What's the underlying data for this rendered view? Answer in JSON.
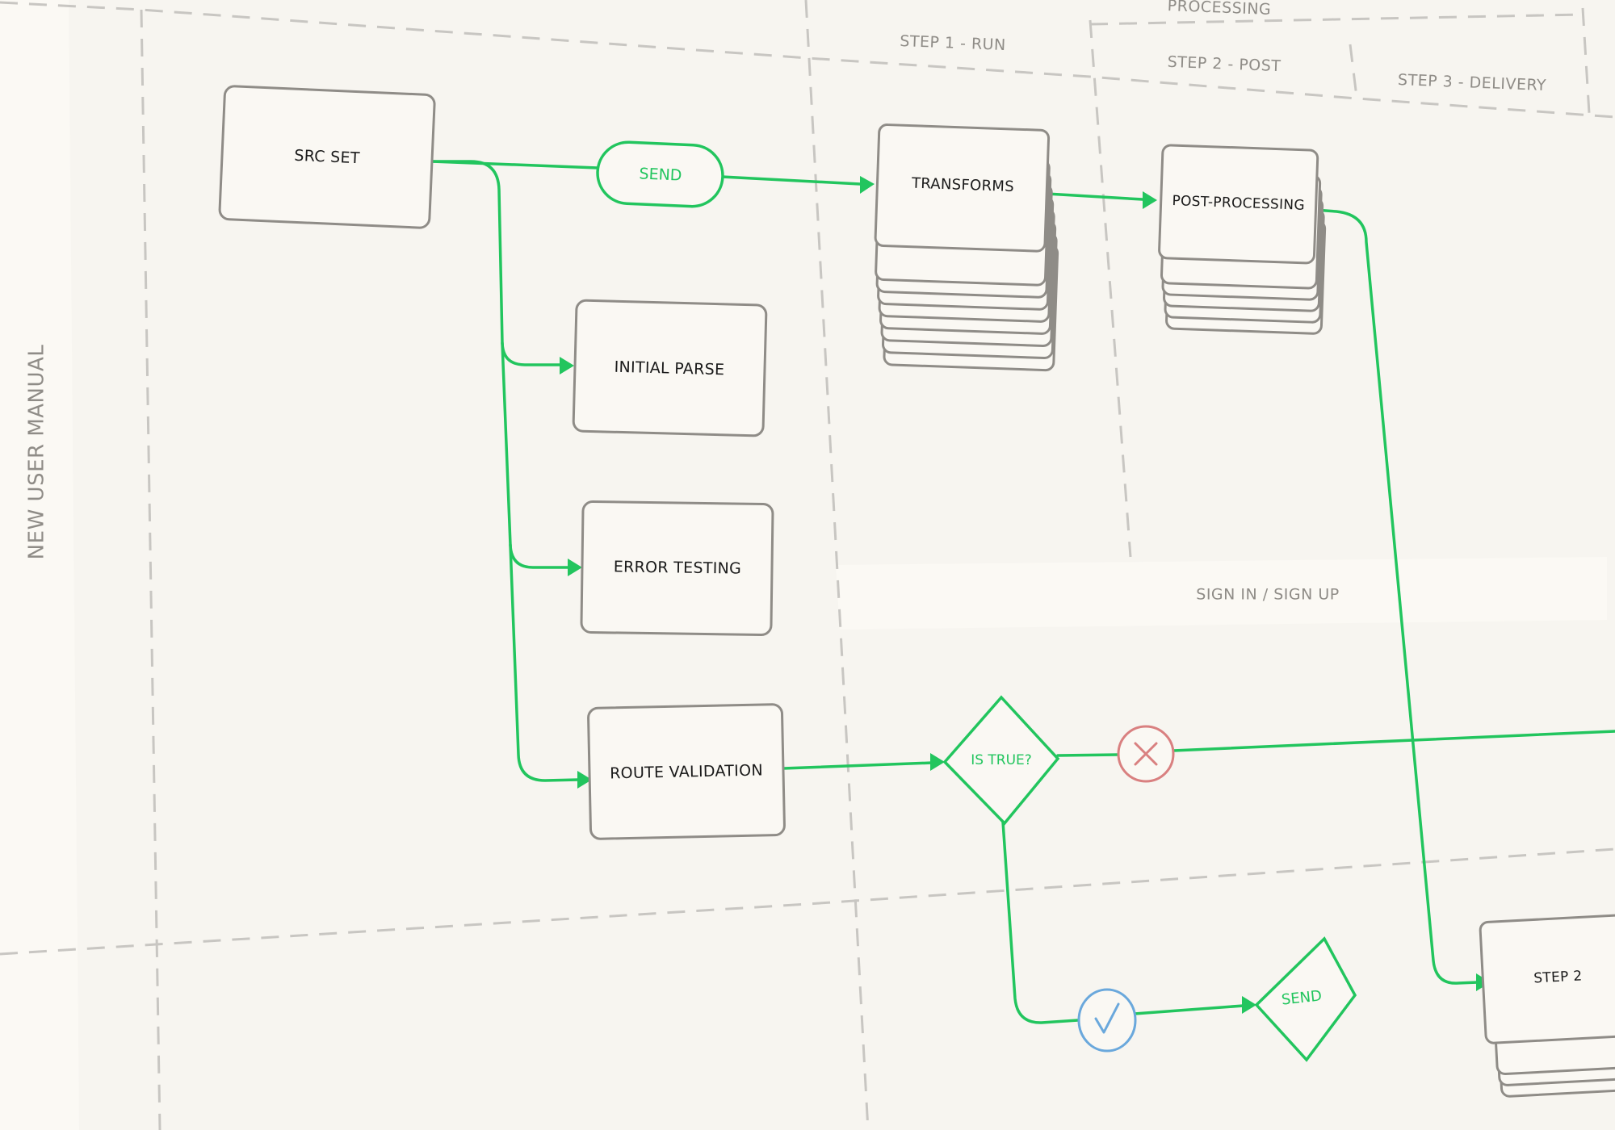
{
  "diagram": {
    "side_title": "NEW USER MANUAL",
    "lanes": {
      "processing": "PROCESSING",
      "step1": "STEP 1 - RUN",
      "step2": "STEP 2 - POST",
      "step3": "STEP 3 - DELIVERY",
      "signin": "SIGN IN / SIGN UP"
    },
    "nodes": {
      "src_set": "SRC SET",
      "send_top": "SEND",
      "initial_parse": "INITIAL PARSE",
      "error_testing": "ERROR TESTING",
      "route_validation": "ROUTE VALIDATION",
      "transforms": "TRANSFORMS",
      "post_processing": "POST-PROCESSING",
      "is_true": "IS TRUE?",
      "send_bottom": "SEND",
      "step2": "STEP 2"
    },
    "colors": {
      "flow": "#22c55e",
      "reject": "#d98080",
      "accept": "#6aa8dc",
      "border": "#8f8c87",
      "dash": "#c8c6c2"
    },
    "icons": [
      "close-icon",
      "check-icon"
    ]
  }
}
